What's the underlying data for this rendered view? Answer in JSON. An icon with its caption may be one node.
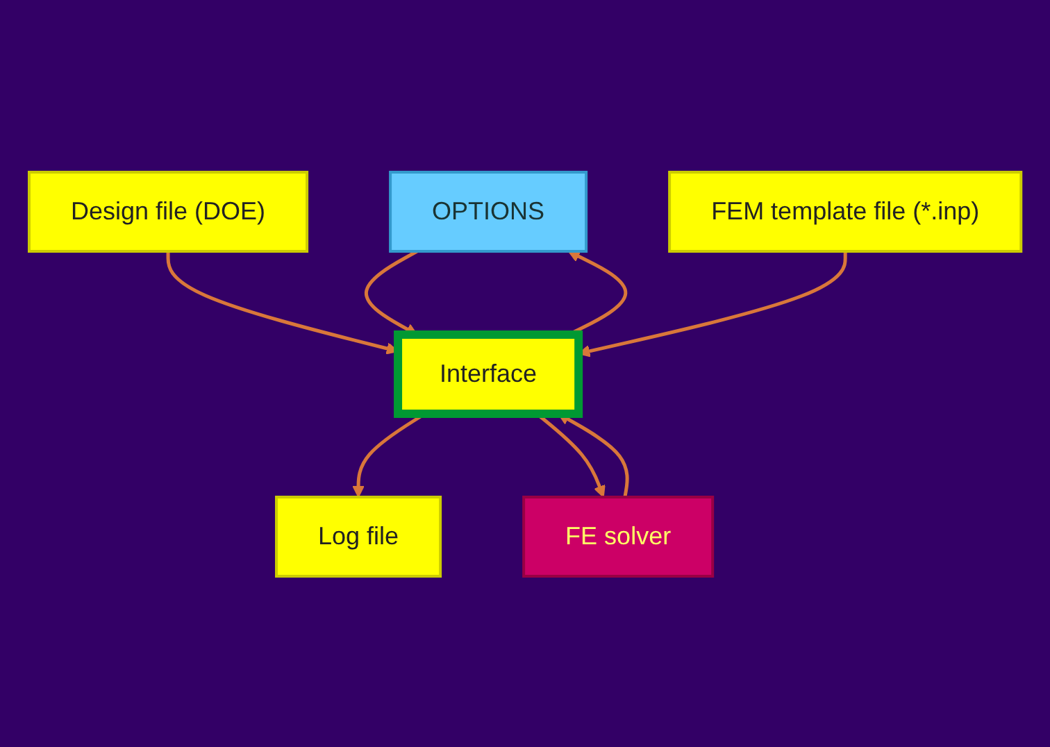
{
  "diagram": {
    "nodes": [
      {
        "text": [
          "OPTIONS"
        ]
      },
      {
        "text": [
          "Design file (DOE)"
        ]
      },
      {
        "text": [
          "Interface"
        ]
      },
      {
        "text": [
          "FEM template file (*.inp)"
        ]
      },
      {
        "text": [
          "Log file"
        ]
      },
      {
        "text": [
          "FE solver"
        ]
      }
    ],
    "edges": [
      {
        "from": 2,
        "to": 0,
        "arrow": "to"
      },
      {
        "from": 0,
        "to": 2,
        "arrow": "to"
      },
      {
        "from": 1,
        "to": 2,
        "arrow": "to"
      },
      {
        "from": 3,
        "to": 2,
        "arrow": "to"
      },
      {
        "from": 2,
        "to": 4,
        "arrow": "to"
      },
      {
        "from": 2,
        "to": 5,
        "arrow": "to"
      },
      {
        "from": 5,
        "to": 2,
        "arrow": "to"
      }
    ]
  }
}
